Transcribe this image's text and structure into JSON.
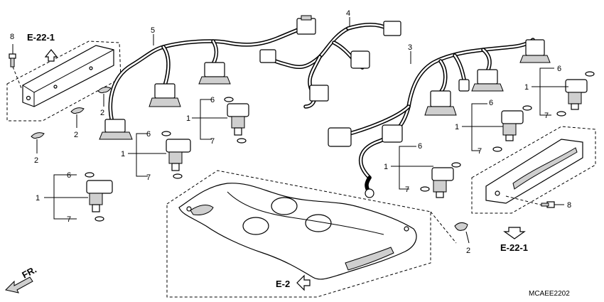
{
  "diagram_code": "MCAEE2202",
  "labels": {
    "n1": "1",
    "n2": "2",
    "n3": "3",
    "n4": "4",
    "n5": "5",
    "n6": "6",
    "n7": "7",
    "n8": "8"
  },
  "references": {
    "ref_e22_1": "E-22-1",
    "ref_e2": "E-2",
    "front_arrow": "FR."
  }
}
